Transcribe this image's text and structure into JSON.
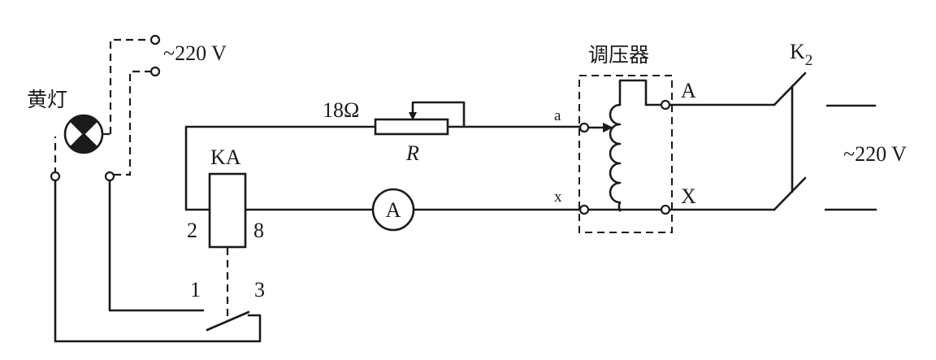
{
  "supply_top": "~220 V",
  "lamp_label": "黄灯",
  "resistor_value": "18Ω",
  "resistor_symbol": "R",
  "relay_label": "KA",
  "relay_pin_left": "2",
  "relay_pin_right": "8",
  "contact_pin_left": "1",
  "contact_pin_right": "3",
  "ammeter_symbol": "A",
  "regulator_label": "调压器",
  "terminal_a": "a",
  "terminal_x": "x",
  "terminal_A": "A",
  "terminal_X": "X",
  "switch_label": "K",
  "switch_subscript": "2",
  "supply_right": "~220 V"
}
